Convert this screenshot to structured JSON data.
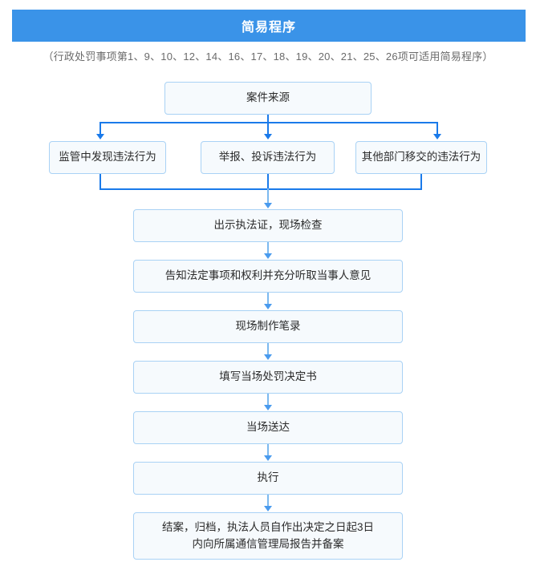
{
  "header": {
    "title": "简易程序",
    "bar_color": "#3a93e8"
  },
  "subtitle": "（行政处罚事项第1、9、10、12、14、16、17、18、19、20、21、25、26项可适用简易程序）",
  "flow": {
    "source_node": {
      "label": "案件来源"
    },
    "branches": [
      {
        "label": "监管中发现违法行为"
      },
      {
        "label": "举报、投诉违法行为"
      },
      {
        "label": "其他部门移交的违法行为"
      }
    ],
    "steps": [
      {
        "label": "出示执法证，现场检查"
      },
      {
        "label": "告知法定事项和权利并充分听取当事人意见"
      },
      {
        "label": "现场制作笔录"
      },
      {
        "label": "填写当场处罚决定书"
      },
      {
        "label": "当场送达"
      },
      {
        "label": "执行"
      },
      {
        "label": "结案，归档，执法人员自作出决定之日起3日\n内向所属通信管理局报告并备案"
      }
    ]
  },
  "colors": {
    "node_border": "#a9d2f5",
    "node_fill": "#f6fafd",
    "connector": "#1a7aea",
    "connector_light": "#7cb9f0",
    "header_blue": "#3a93e8",
    "subtitle_gray": "#6b6b6b"
  }
}
